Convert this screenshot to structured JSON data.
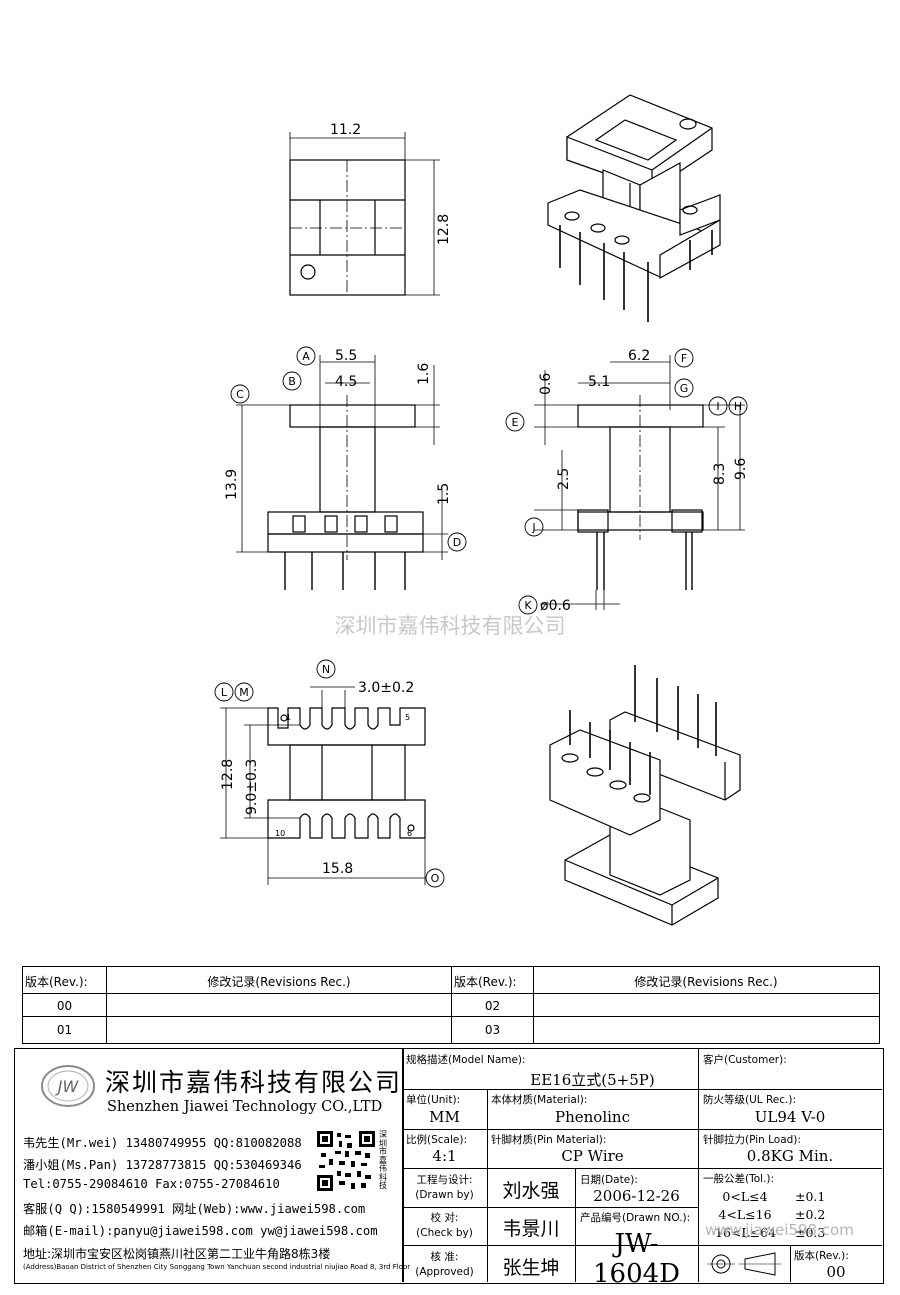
{
  "drawing": {
    "top_view": {
      "dim_width": "11.2",
      "dim_height": "12.8"
    },
    "front_view": {
      "dim_a": "5.5",
      "dim_b": "4.5",
      "dim_c_height": "13.9",
      "dim_flange": "1.6",
      "dim_base": "1.5",
      "labels": [
        "A",
        "B",
        "C",
        "D"
      ]
    },
    "side_view": {
      "dim_f": "6.2",
      "dim_g": "5.1",
      "dim_e": "0.6",
      "dim_j": "2.5",
      "dim_i": "8.3",
      "dim_h": "9.6",
      "dim_k": "ø0.6",
      "labels": [
        "E",
        "F",
        "G",
        "I",
        "H",
        "J",
        "K"
      ]
    },
    "bottom_view": {
      "dim_pitch": "3.0±0.2",
      "dim_outer": "12.8",
      "dim_inner": "9.0±0.3",
      "dim_width": "15.8",
      "pin_numbers": [
        "1",
        "5",
        "10",
        "6"
      ],
      "labels": [
        "L",
        "M",
        "N",
        "O"
      ]
    },
    "watermark": "深圳市嘉伟科技有限公司"
  },
  "revisions": {
    "headers": [
      "版本(Rev.):",
      "修改记录(Revisions Rec.)",
      "版本(Rev.):",
      "修改记录(Revisions Rec.)"
    ],
    "rows": [
      [
        "00",
        "",
        "02",
        ""
      ],
      [
        "01",
        "",
        "03",
        ""
      ]
    ]
  },
  "company": {
    "logo_text": "JW",
    "name_cn": "深圳市嘉伟科技有限公司",
    "name_en": "Shenzhen Jiawei Technology CO.,LTD",
    "contacts": [
      "韦先生(Mr.wei) 13480749955 QQ:810082088",
      "潘小姐(Ms.Pan) 13728773815 QQ:530469346",
      "Tel:0755-29084610      Fax:0755-27084610",
      "客服(Q Q):1580549991   网址(Web):www.jiawei598.com",
      "邮箱(E-mail):panyu@jiawei598.com  yw@jiawei598.com"
    ],
    "address_cn": "地址:深圳市宝安区松岗镇燕川社区第二工业牛角路8栋3楼",
    "address_en": "(Address)Baoan District of Shenzhen City Songgang Town Yanchuan  second industrial niujiao Road 8, 3rd Floor",
    "qr_side_text": "深圳市嘉伟科技"
  },
  "spec": {
    "model_label": "规格描述(Model Name):",
    "model_value": "EE16立式(5+5P)",
    "customer_label": "客户(Customer):",
    "unit_label": "单位(Unit):",
    "unit_value": "MM",
    "material_label": "本体材质(Material):",
    "material_value": "Phenolinc",
    "ul_label": "防火等级(UL Rec.):",
    "ul_value": "UL94 V-0",
    "scale_label": "比例(Scale):",
    "scale_value": "4:1",
    "pin_material_label": "针脚材质(Pin Material):",
    "pin_material_value": "CP Wire",
    "pin_load_label": "针脚拉力(Pin Load):",
    "pin_load_value": "0.8KG Min.",
    "drawn_label_1": "工程与设计:",
    "drawn_label_2": "(Drawn by)",
    "drawn_value": "刘水强",
    "date_label": "日期(Date):",
    "date_value": "2006-12-26",
    "check_label_1": "校  对:",
    "check_label_2": "(Check by)",
    "check_value": "韦景川",
    "drawn_no_label": "产品编号(Drawn NO.):",
    "drawn_no_value": "JW-1604D",
    "approved_label_1": "核  准:",
    "approved_label_2": "(Approved)",
    "approved_value": "张生坤",
    "tol_label": "一般公差(Tol.):",
    "tol_rows": [
      [
        "0<L≤4",
        "±0.1"
      ],
      [
        "4<L≤16",
        "±0.2"
      ],
      [
        "16<L≤64",
        "±0.3"
      ]
    ],
    "rev_label": "版本(Rev.):",
    "rev_value": "00",
    "web_watermark": "www.jiawei598.com"
  }
}
